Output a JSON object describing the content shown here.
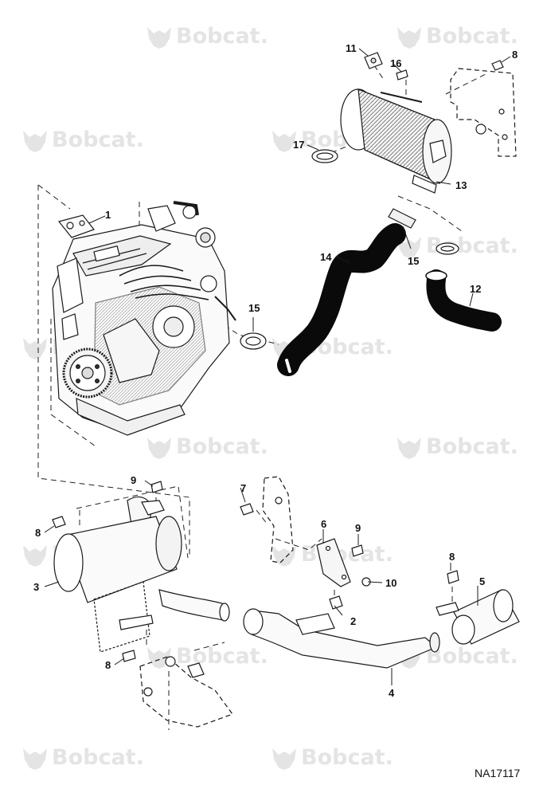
{
  "watermark": {
    "text": "Bobcat.",
    "color": "#e4e4e4"
  },
  "parts": [
    {
      "number": "1"
    },
    {
      "number": "2"
    },
    {
      "number": "3"
    },
    {
      "number": "4"
    },
    {
      "number": "5"
    },
    {
      "number": "6"
    },
    {
      "number": "7"
    },
    {
      "number": "8"
    },
    {
      "number": "8"
    },
    {
      "number": "8"
    },
    {
      "number": "8"
    },
    {
      "number": "9"
    },
    {
      "number": "9"
    },
    {
      "number": "10"
    },
    {
      "number": "11"
    },
    {
      "number": "12"
    },
    {
      "number": "13"
    },
    {
      "number": "14"
    },
    {
      "number": "15"
    },
    {
      "number": "15"
    },
    {
      "number": "16"
    },
    {
      "number": "17"
    }
  ],
  "document_id": "NA17117",
  "colors": {
    "line": "#1a1a1a",
    "hose": "#0a0a0a",
    "watermark": "#e4e4e4"
  }
}
